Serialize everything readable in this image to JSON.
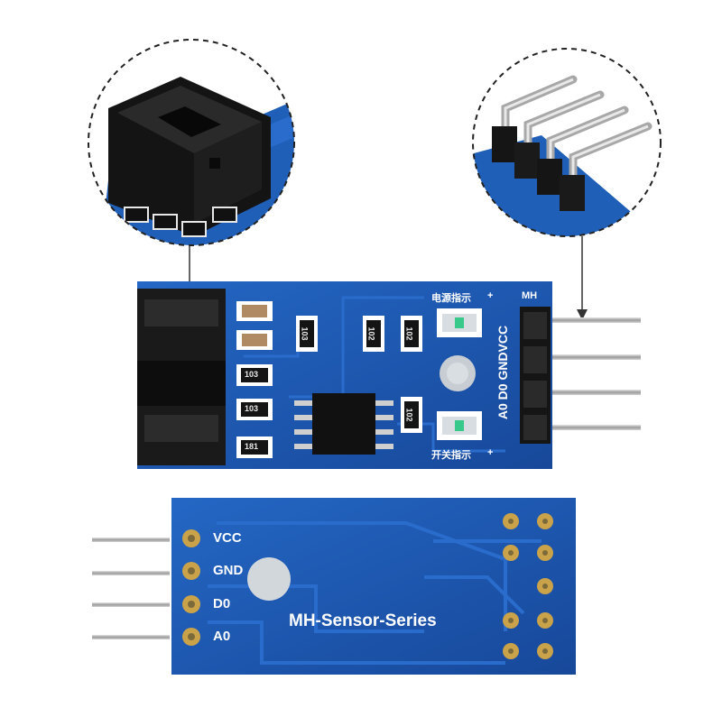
{
  "colors": {
    "pcb": "#1f5fb8",
    "pcb_dark": "#17489a",
    "trace": "#2a6ccc",
    "connector": "#1a1a1a",
    "pin_metal": "#b8b8b8",
    "pad_gold": "#c9a24a",
    "silkscreen": "#ffffff",
    "callout_line": "#333333"
  },
  "front_board": {
    "silkscreen": {
      "brand": "MH",
      "pin_labels": "A0 D0 GNDVCC",
      "power_indicator": "电源指示",
      "switch_indicator": "开关指示",
      "plus_top": "+",
      "plus_bottom": "+"
    },
    "components": {
      "r1": "103",
      "r2": "103",
      "r3": "181",
      "r4": "103",
      "r5": "102",
      "r6": "102",
      "r7": "102"
    },
    "icons": [
      "optical-slot-sensor-icon",
      "ic-chip-icon",
      "led-icon",
      "capacitor-icon",
      "resistor-icon",
      "right-angle-header-icon",
      "mounting-hole-icon"
    ]
  },
  "back_board": {
    "silkscreen": {
      "vcc": "VCC",
      "gnd": "GND",
      "d0": "D0",
      "a0": "A0",
      "series": "MH-Sensor-Series"
    }
  },
  "callouts": {
    "left": "slot-sensor-closeup-icon",
    "right": "header-pins-closeup-icon"
  }
}
